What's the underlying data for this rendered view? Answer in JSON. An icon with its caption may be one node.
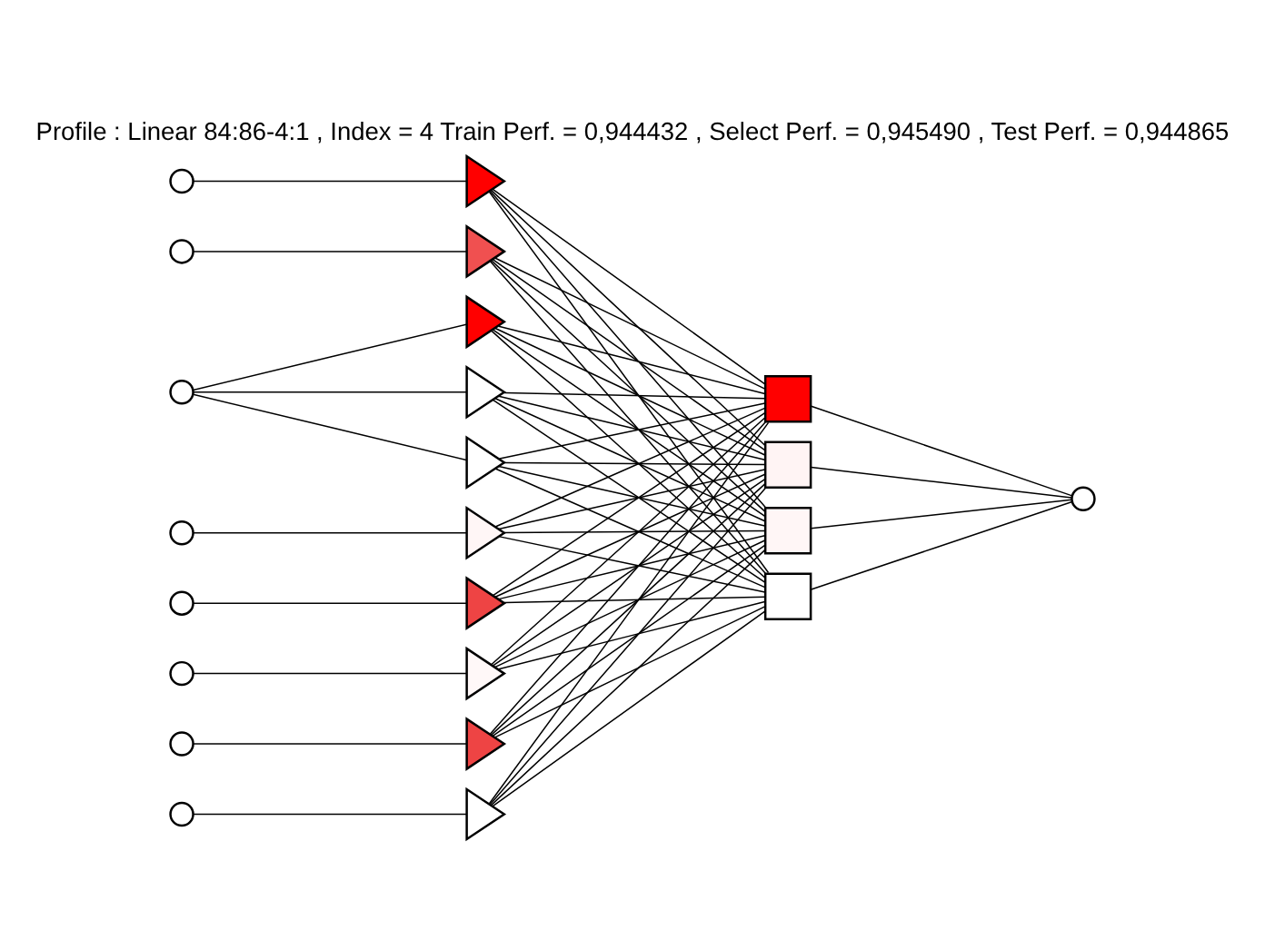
{
  "diagram": {
    "title": "Profile : Linear 84:86-4:1 , Index = 4 Train Perf. = 0,944432 , Select Perf. = 0,945490 , Test Perf. = 0,944865",
    "nodes": [
      {
        "text": [],
        "shape": "circle"
      },
      {
        "text": [],
        "shape": "circle"
      },
      {
        "text": [],
        "shape": "circle"
      },
      {
        "text": [],
        "shape": "circle"
      },
      {
        "text": [],
        "shape": "circle"
      },
      {
        "text": [],
        "shape": "circle"
      },
      {
        "text": [],
        "shape": "circle"
      },
      {
        "text": [],
        "shape": "circle"
      },
      {
        "text": [],
        "shape": "triangle"
      },
      {
        "text": [],
        "shape": "triangle"
      },
      {
        "text": [],
        "shape": "triangle"
      },
      {
        "text": [],
        "shape": "triangle"
      },
      {
        "text": [],
        "shape": "triangle"
      },
      {
        "text": [],
        "shape": "triangle"
      },
      {
        "text": [],
        "shape": "triangle"
      },
      {
        "text": [],
        "shape": "triangle"
      },
      {
        "text": [],
        "shape": "triangle"
      },
      {
        "text": [],
        "shape": "triangle"
      },
      {
        "text": [],
        "shape": "box"
      },
      {
        "text": [],
        "shape": "box"
      },
      {
        "text": [],
        "shape": "box"
      },
      {
        "text": [],
        "shape": "box"
      },
      {
        "text": [],
        "shape": "circle"
      }
    ],
    "edges": [
      {
        "from": 0,
        "to": 8,
        "arrow": "none"
      },
      {
        "from": 1,
        "to": 9,
        "arrow": "none"
      },
      {
        "from": 2,
        "to": 10,
        "arrow": "none"
      },
      {
        "from": 2,
        "to": 11,
        "arrow": "none"
      },
      {
        "from": 2,
        "to": 12,
        "arrow": "none"
      },
      {
        "from": 3,
        "to": 13,
        "arrow": "none"
      },
      {
        "from": 4,
        "to": 14,
        "arrow": "none"
      },
      {
        "from": 5,
        "to": 15,
        "arrow": "none"
      },
      {
        "from": 6,
        "to": 16,
        "arrow": "none"
      },
      {
        "from": 7,
        "to": 17,
        "arrow": "none"
      },
      {
        "from": 8,
        "to": 18,
        "arrow": "none"
      },
      {
        "from": 8,
        "to": 19,
        "arrow": "none"
      },
      {
        "from": 8,
        "to": 20,
        "arrow": "none"
      },
      {
        "from": 8,
        "to": 21,
        "arrow": "none"
      },
      {
        "from": 9,
        "to": 18,
        "arrow": "none"
      },
      {
        "from": 9,
        "to": 19,
        "arrow": "none"
      },
      {
        "from": 9,
        "to": 20,
        "arrow": "none"
      },
      {
        "from": 9,
        "to": 21,
        "arrow": "none"
      },
      {
        "from": 10,
        "to": 18,
        "arrow": "none"
      },
      {
        "from": 10,
        "to": 19,
        "arrow": "none"
      },
      {
        "from": 10,
        "to": 20,
        "arrow": "none"
      },
      {
        "from": 10,
        "to": 21,
        "arrow": "none"
      },
      {
        "from": 11,
        "to": 18,
        "arrow": "none"
      },
      {
        "from": 11,
        "to": 19,
        "arrow": "none"
      },
      {
        "from": 11,
        "to": 20,
        "arrow": "none"
      },
      {
        "from": 11,
        "to": 21,
        "arrow": "none"
      },
      {
        "from": 12,
        "to": 18,
        "arrow": "none"
      },
      {
        "from": 12,
        "to": 19,
        "arrow": "none"
      },
      {
        "from": 12,
        "to": 20,
        "arrow": "none"
      },
      {
        "from": 12,
        "to": 21,
        "arrow": "none"
      },
      {
        "from": 13,
        "to": 18,
        "arrow": "none"
      },
      {
        "from": 13,
        "to": 19,
        "arrow": "none"
      },
      {
        "from": 13,
        "to": 20,
        "arrow": "none"
      },
      {
        "from": 13,
        "to": 21,
        "arrow": "none"
      },
      {
        "from": 14,
        "to": 18,
        "arrow": "none"
      },
      {
        "from": 14,
        "to": 19,
        "arrow": "none"
      },
      {
        "from": 14,
        "to": 20,
        "arrow": "none"
      },
      {
        "from": 14,
        "to": 21,
        "arrow": "none"
      },
      {
        "from": 15,
        "to": 18,
        "arrow": "none"
      },
      {
        "from": 15,
        "to": 19,
        "arrow": "none"
      },
      {
        "from": 15,
        "to": 20,
        "arrow": "none"
      },
      {
        "from": 15,
        "to": 21,
        "arrow": "none"
      },
      {
        "from": 16,
        "to": 18,
        "arrow": "none"
      },
      {
        "from": 16,
        "to": 19,
        "arrow": "none"
      },
      {
        "from": 16,
        "to": 20,
        "arrow": "none"
      },
      {
        "from": 16,
        "to": 21,
        "arrow": "none"
      },
      {
        "from": 17,
        "to": 18,
        "arrow": "none"
      },
      {
        "from": 17,
        "to": 19,
        "arrow": "none"
      },
      {
        "from": 17,
        "to": 20,
        "arrow": "none"
      },
      {
        "from": 17,
        "to": 21,
        "arrow": "none"
      },
      {
        "from": 18,
        "to": 22,
        "arrow": "none"
      },
      {
        "from": 19,
        "to": 22,
        "arrow": "none"
      },
      {
        "from": 20,
        "to": 22,
        "arrow": "none"
      },
      {
        "from": 21,
        "to": 22,
        "arrow": "none"
      }
    ]
  }
}
